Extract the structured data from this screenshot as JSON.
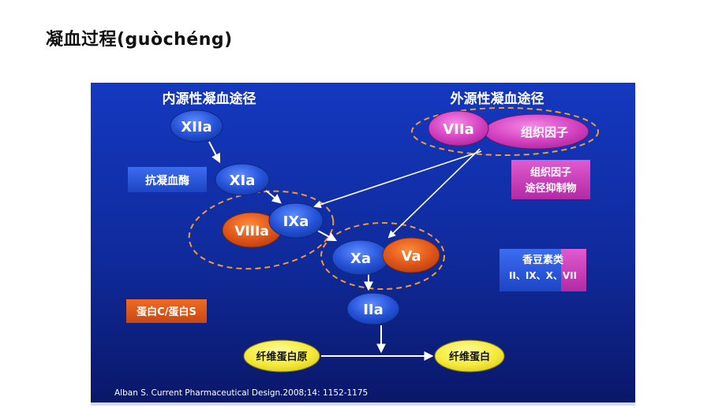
{
  "slide": {
    "title": "凝血过程(guòchéng)"
  },
  "diagram": {
    "headers": {
      "intrinsic": "内源性凝血途径",
      "extrinsic": "外源性凝血途径"
    },
    "nodes": {
      "xiia": "XIIa",
      "xia": "XIa",
      "viiia": "VIIIa",
      "ixa": "IXa",
      "xa": "Xa",
      "va": "Va",
      "iia": "IIa",
      "viia": "VIIa",
      "tissue_factor": "组织因子",
      "fibrinogen": "纤维蛋白原",
      "fibrin": "纤维蛋白"
    },
    "labels": {
      "antithrombin": "抗凝血酶",
      "protein_cs": "蛋白C/蛋白S",
      "tfpi_line1": "组织因子",
      "tfpi_line2": "途径抑制物",
      "coumarin_line1": "香豆素类",
      "coumarin_line2": "II、IX、X、VII"
    },
    "citation": "Alban S. Current Pharmaceutical Design.2008;14: 1152-1175"
  },
  "colors": {
    "background_top": "#1238b8",
    "background_bottom": "#0a1a72",
    "node_blue": "#1f56d6",
    "node_orange": "#e0561a",
    "node_magenta": "#d23fbf",
    "node_yellow": "#f4ea3a",
    "dashed_ring": "#f09a3a",
    "citation_bar": "#ffffff"
  }
}
